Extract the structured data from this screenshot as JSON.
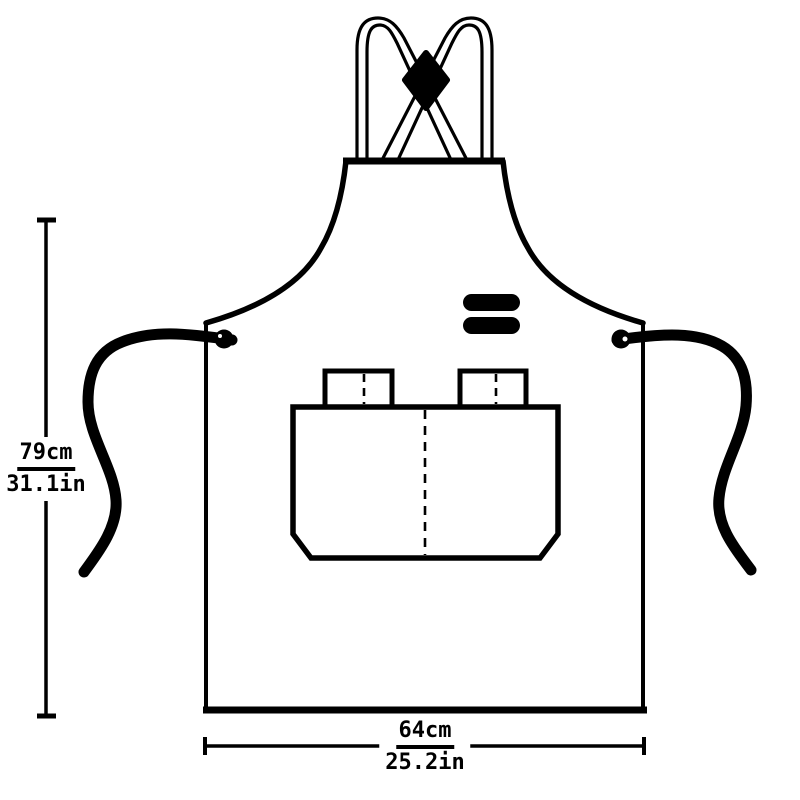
{
  "colors": {
    "ink": "#000000",
    "background": "#ffffff"
  },
  "diagram": {
    "labels": {
      "height": {
        "cm": "79cm",
        "inch": "31.1in"
      },
      "width": {
        "cm": "64cm",
        "inch": "25.2in"
      }
    }
  }
}
